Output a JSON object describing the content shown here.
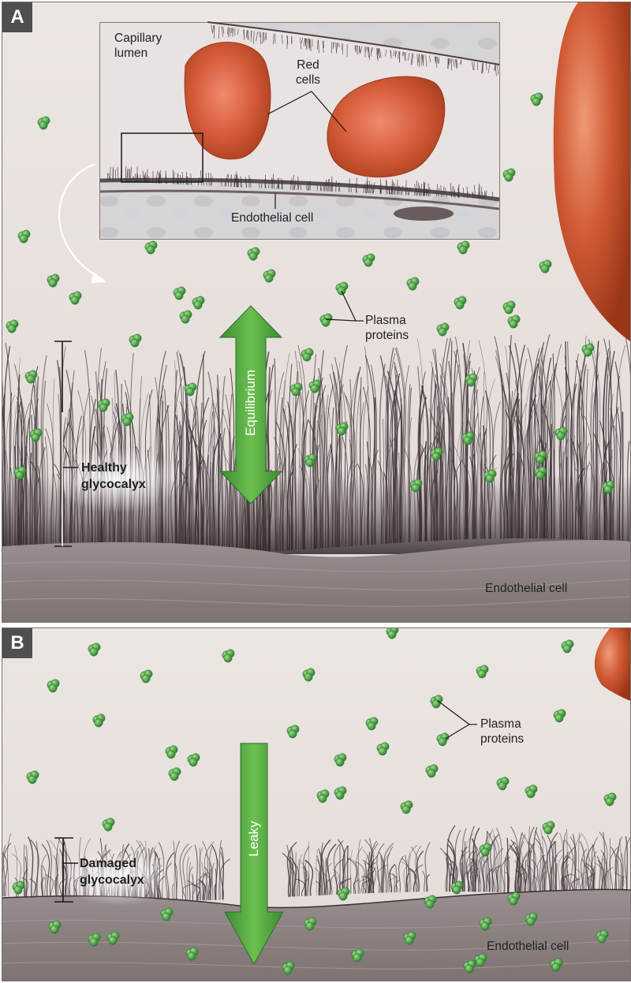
{
  "panel_a": {
    "letter": "A",
    "inset": {
      "lumen_label": "Capillary\nlumen",
      "red_cells_label": "Red\ncells",
      "endothelial_label": "Endothelial cell"
    },
    "plasma_proteins_label": "Plasma\nproteins",
    "equilibrium_label": "Equilibrium",
    "healthy_label": "Healthy\nglycocalyx",
    "endothelial_label": "Endothelial cell"
  },
  "panel_b": {
    "letter": "B",
    "plasma_proteins_label": "Plasma\nproteins",
    "leaky_label": "Leaky",
    "damaged_label": "Damaged\nglycocalyx",
    "endothelial_label": "Endothelial cell"
  },
  "colors": {
    "plasma": "#e8e1de",
    "protein": "#4ea24c",
    "arrow": "#5aae45",
    "red_cell": "#c8552e",
    "glycocalyx": "#3e3236",
    "endothelium": "#8c8280"
  }
}
